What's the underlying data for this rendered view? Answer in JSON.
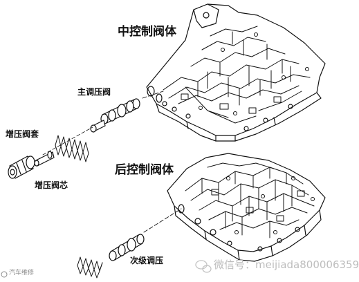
{
  "labels": {
    "middle_valve_body": "中控制阀体",
    "main_regulator_valve": "主调压阀",
    "boost_valve_sleeve": "增压阀套",
    "boost_valve_core": "增压阀芯",
    "rear_valve_body": "后控制阀体",
    "secondary_regulator": "次级调压"
  },
  "watermark": {
    "wechat": "微信号：meijiada800006359",
    "corner": "汽车维修"
  }
}
